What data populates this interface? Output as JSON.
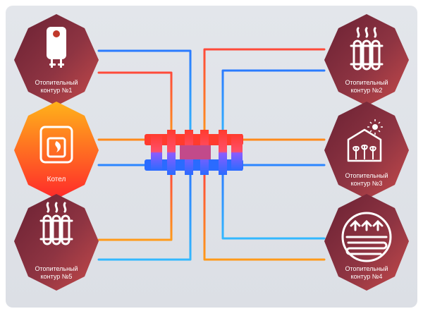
{
  "nodes": {
    "water_heater": {
      "line1": "Отопительный",
      "line2": "контур  №1",
      "icon": "water-heater-icon"
    },
    "boiler": {
      "line1": "Котел",
      "icon": "boiler-flame-icon"
    },
    "circuit_5": {
      "line1": "Отопительный",
      "line2": "контур  №5",
      "icon": "radiator-icon"
    },
    "circuit_2": {
      "line1": "Отопительный",
      "line2": "контур  №2",
      "icon": "radiator-icon"
    },
    "circuit_3": {
      "line1": "Отопительный",
      "line2": "контур  №3",
      "icon": "greenhouse-icon"
    },
    "circuit_4": {
      "line1": "Отопительный",
      "line2": "контур  №4",
      "icon": "underfloor-heating-icon"
    }
  },
  "colors": {
    "hot": "#ff7a1a",
    "cold": "#1e88ff",
    "node_dark": "#7a2a3a",
    "node_boiler_top": "#ff9a1a",
    "node_boiler_bottom": "#ff2a2a"
  }
}
